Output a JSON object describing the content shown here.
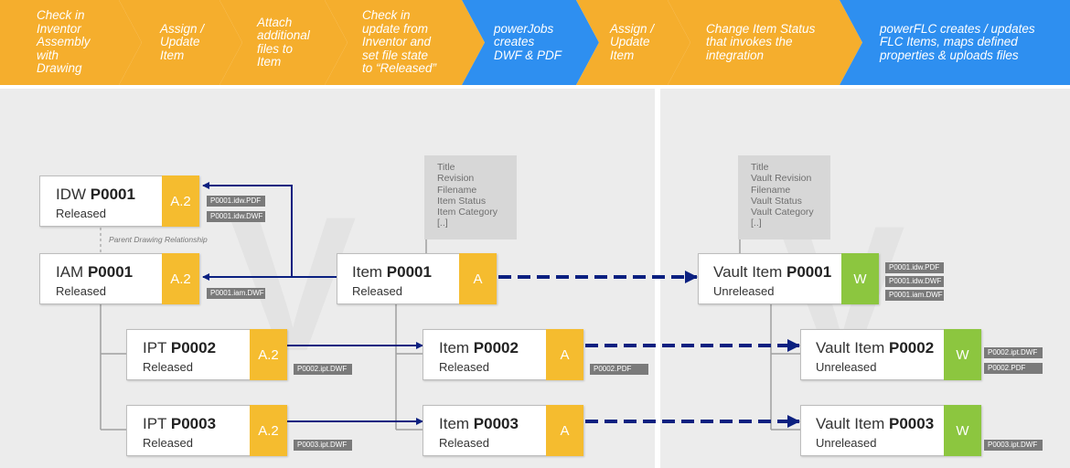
{
  "steps": [
    {
      "label": "Check in\nInventor\nAssembly\nwith\nDrawing",
      "color": "#f5ae2d"
    },
    {
      "label": "Assign /\nUpdate\nItem",
      "color": "#f5ae2d"
    },
    {
      "label": "Attach\nadditional\nfiles to\nItem",
      "color": "#f5ae2d"
    },
    {
      "label": "Check in\nupdate from\nInventor  and\nset file state\nto “Released”",
      "color": "#f5ae2d"
    },
    {
      "label": "powerJobs\ncreates\nDWF & PDF",
      "color": "#2e8ff0"
    },
    {
      "label": "Assign /\nUpdate\nItem",
      "color": "#f5ae2d"
    },
    {
      "label": "Change Item Status\nthat invokes the\nintegration",
      "color": "#f5ae2d"
    },
    {
      "label": "powerFLC creates / updates\nFLC Items, maps defined\nproperties & uploads files",
      "color": "#2e8ff0"
    }
  ],
  "colors": {
    "yellow_rev": "#f5bc2f",
    "green_rev": "#8cc63f",
    "arrow": "#0b2080",
    "connector": "#a0a0a0"
  },
  "boxes": {
    "idw": {
      "prefix": "IDW ",
      "number": "P0001",
      "status": "Released",
      "rev": "A.2",
      "tags": [
        "P0001.idw.PDF",
        "P0001.idw.DWF"
      ]
    },
    "iam": {
      "prefix": "IAM ",
      "number": "P0001",
      "status": "Released",
      "rev": "A.2",
      "tags": [
        "P0001.iam.DWF"
      ]
    },
    "ipt2": {
      "prefix": "IPT ",
      "number": "P0002",
      "status": "Released",
      "rev": "A.2",
      "tags": [
        "P0002.ipt.DWF"
      ]
    },
    "ipt3": {
      "prefix": "IPT ",
      "number": "P0003",
      "status": "Released",
      "rev": "A.2",
      "tags": [
        "P0003.ipt.DWF"
      ]
    },
    "item1": {
      "prefix": "Item ",
      "number": "P0001",
      "status": "Released",
      "rev": "A",
      "tags": []
    },
    "item2": {
      "prefix": "Item ",
      "number": "P0002",
      "status": "Released",
      "rev": "A",
      "tags": [
        "P0002.PDF"
      ]
    },
    "item3": {
      "prefix": "Item ",
      "number": "P0003",
      "status": "Released",
      "rev": "A",
      "tags": []
    },
    "vault1": {
      "prefix": "Vault Item ",
      "number": "P0001",
      "status": "Unreleased",
      "rev": "W",
      "tags": [
        "P0001.idw.PDF",
        "P0001.idw.DWF",
        "P0001.iam.DWF"
      ]
    },
    "vault2": {
      "prefix": "Vault Item ",
      "number": "P0002",
      "status": "Unreleased",
      "rev": "W",
      "tags": [
        "P0002.ipt.DWF",
        "P0002.PDF"
      ]
    },
    "vault3": {
      "prefix": "Vault Item ",
      "number": "P0003",
      "status": "Unreleased",
      "rev": "W",
      "tags": [
        "P0003.ipt.DWF"
      ]
    }
  },
  "props_left": [
    "Title",
    "Revision",
    "Filename",
    "Item Status",
    "Item Category",
    "[..]"
  ],
  "props_right": [
    "Title",
    "Vault Revision",
    "Filename",
    "Vault Status",
    "Vault Category",
    "[..]"
  ],
  "relationship_note": "Parent Drawing Relationship",
  "watermark": "V"
}
